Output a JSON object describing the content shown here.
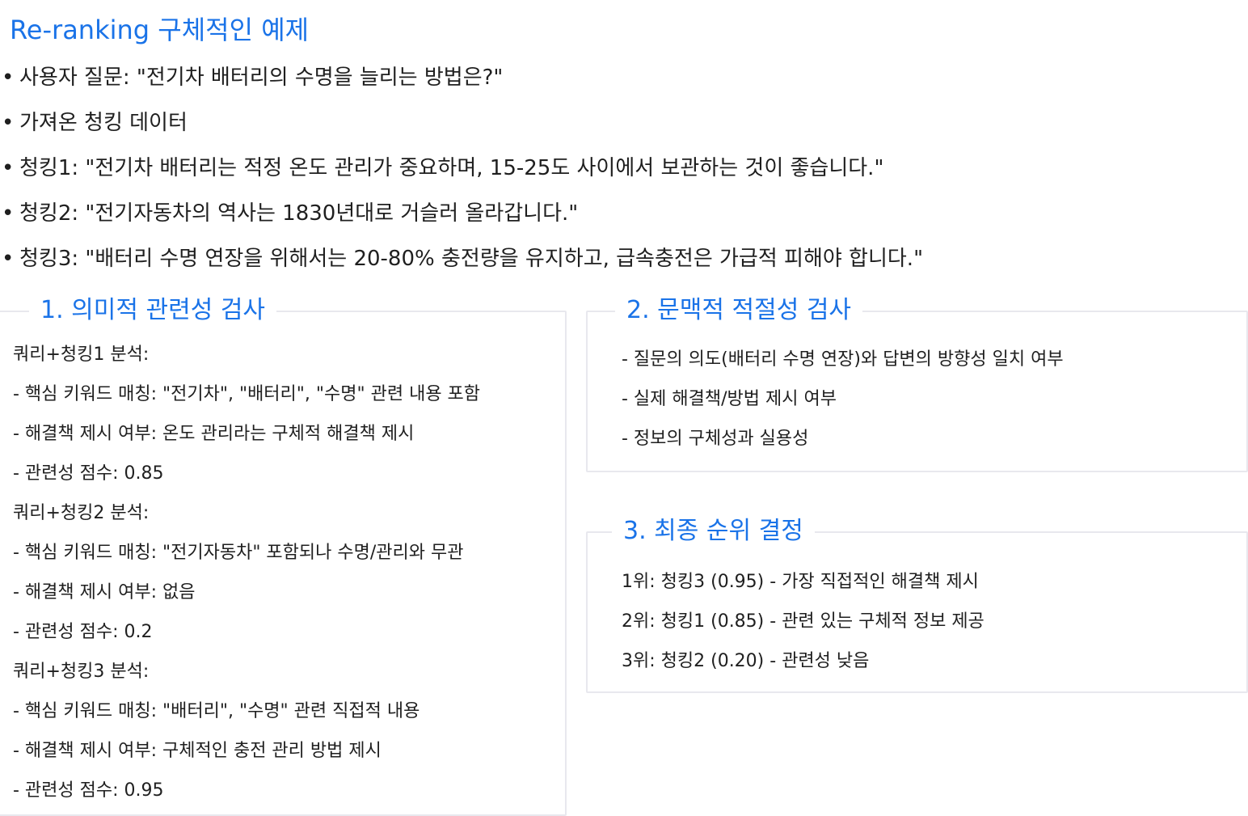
{
  "title": "Re-ranking 구체적인 예제",
  "bullet_glyph": "•",
  "bullets": [
    "사용자 질문: \"전기차 배터리의 수명을 늘리는 방법은?\"",
    "가져온 청킹 데이터",
    "청킹1: \"전기차 배터리는 적정 온도 관리가 중요하며, 15-25도 사이에서 보관하는 것이 좋습니다.\"",
    "청킹2: \"전기자동차의 역사는 1830년대로 거슬러 올라갑니다.\"",
    "청킹3: \"배터리 수명 연장을 위해서는 20-80% 충전량을 유지하고, 급속충전은 가급적 피해야 합니다.\""
  ],
  "panel1": {
    "title": "1. 의미적 관련성 검사",
    "lines": [
      "쿼리+청킹1 분석:",
      "- 핵심 키워드 매칭: \"전기차\", \"배터리\", \"수명\" 관련 내용 포함",
      "- 해결책 제시 여부: 온도 관리라는 구체적 해결책 제시",
      "- 관련성 점수: 0.85",
      "쿼리+청킹2 분석:",
      "- 핵심 키워드 매칭: \"전기자동차\" 포함되나 수명/관리와 무관",
      "- 해결책 제시 여부: 없음",
      "- 관련성 점수: 0.2",
      "쿼리+청킹3 분석:",
      "- 핵심 키워드 매칭: \"배터리\", \"수명\" 관련 직접적 내용",
      "- 해결책 제시 여부: 구체적인 충전 관리 방법 제시",
      "- 관련성 점수: 0.95"
    ]
  },
  "panel2": {
    "title": "2. 문맥적 적절성 검사",
    "lines": [
      "- 질문의 의도(배터리 수명 연장)와 답변의 방향성 일치 여부",
      "- 실제 해결책/방법 제시 여부",
      "- 정보의 구체성과 실용성"
    ]
  },
  "panel3": {
    "title": "3. 최종 순위 결정",
    "lines": [
      "1위: 청킹3 (0.95) - 가장 직접적인 해결책 제시",
      "2위: 청킹1 (0.85) - 관련 있는 구체적 정보 제공",
      "3위: 청킹2 (0.20) - 관련성 낮음"
    ]
  },
  "colors": {
    "accent": "#1a73e8",
    "text": "#1f1f1f",
    "border": "#e8e8ee"
  }
}
